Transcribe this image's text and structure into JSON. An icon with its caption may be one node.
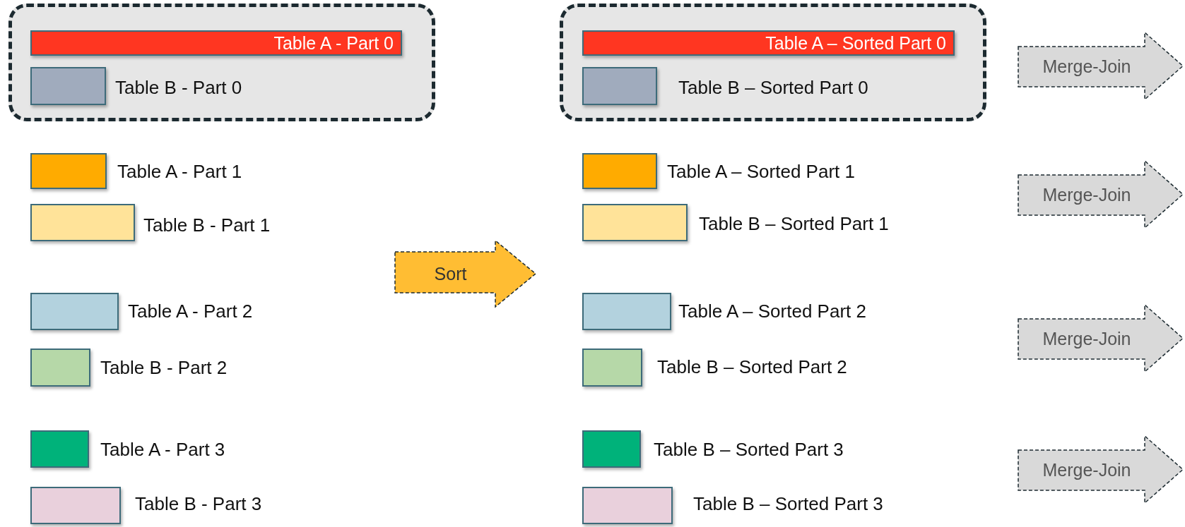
{
  "diagram": {
    "nodes": [
      {
        "text": [],
        "shape": "box"
      },
      {
        "text": [
          "Table A - Part 0"
        ],
        "in": 0
      },
      {
        "text": [],
        "shape": "bar",
        "in": 0,
        "beside": [
          "Table B - Part 0"
        ]
      },
      {
        "text": [],
        "shape": "bar",
        "beside": [
          "Table A - Part 1"
        ]
      },
      {
        "text": [],
        "shape": "bar",
        "beside": [
          "Table B - Part 1"
        ]
      },
      {
        "text": [],
        "shape": "bar",
        "beside": [
          "Table A - Part 2"
        ]
      },
      {
        "text": [],
        "shape": "bar",
        "beside": [
          "Table B - Part 2"
        ]
      },
      {
        "text": [],
        "shape": "bar",
        "beside": [
          "Table A - Part 3"
        ]
      },
      {
        "text": [],
        "shape": "bar",
        "beside": [
          "Table B - Part 3"
        ]
      },
      {
        "text": [
          "Sort"
        ]
      },
      {
        "text": [],
        "shape": "box"
      },
      {
        "text": [
          "Table A – Sorted Part 0"
        ],
        "in": 10
      },
      {
        "text": [],
        "shape": "bar",
        "in": 10,
        "beside": [
          "Table B – Sorted Part 0"
        ]
      },
      {
        "text": [],
        "shape": "bar",
        "beside": [
          "Table A – Sorted Part 1"
        ]
      },
      {
        "text": [],
        "shape": "bar",
        "beside": [
          "Table B – Sorted Part 1"
        ]
      },
      {
        "text": [],
        "shape": "bar",
        "beside": [
          "Table A – Sorted Part 2"
        ]
      },
      {
        "text": [],
        "shape": "bar",
        "beside": [
          "Table B – Sorted Part 2"
        ]
      },
      {
        "text": [],
        "shape": "bar",
        "beside": [
          "Table B – Sorted Part 3"
        ]
      },
      {
        "text": [],
        "shape": "bar",
        "beside": [
          "Table B – Sorted Part 3"
        ]
      },
      {
        "text": [
          "Merge-Join"
        ]
      },
      {
        "text": [
          "Merge-Join"
        ]
      },
      {
        "text": [
          "Merge-Join"
        ]
      },
      {
        "text": [
          "Merge-Join"
        ]
      }
    ],
    "edges": []
  }
}
